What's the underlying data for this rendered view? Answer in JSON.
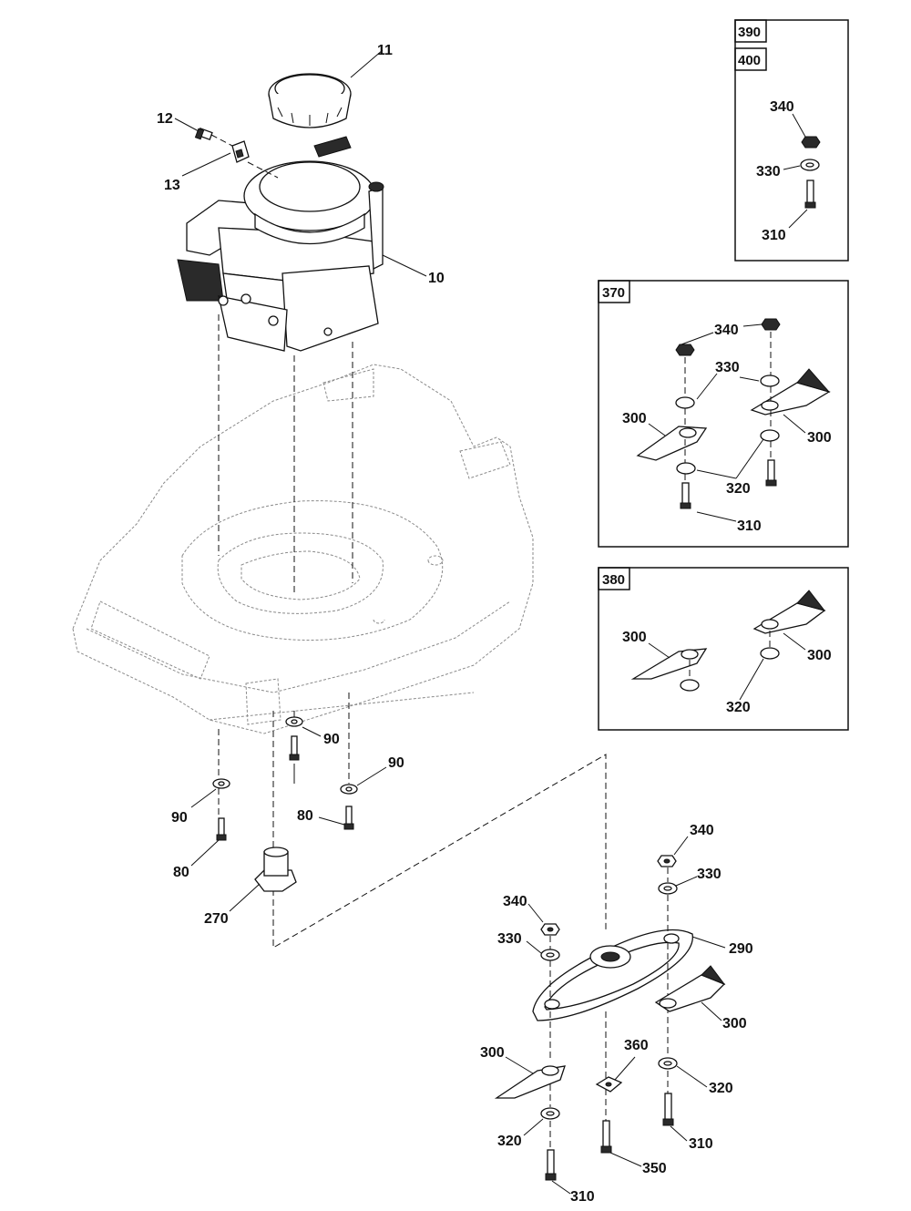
{
  "callouts": {
    "engine": "10",
    "shroud_ring": "11",
    "bolt_12": "12",
    "clip_13": "13",
    "washer_90_deck": "90",
    "screw_80_deck": "80",
    "washer_90_right": "90",
    "washer_90_left": "90",
    "screw_80_left": "80",
    "screw_80_mid": "80",
    "adapter": "270",
    "nut_340_hub": "340",
    "washer_330_hub": "330",
    "nut_340_left": "340",
    "washer_330_left": "330",
    "blade_carrier": "290",
    "blade_300_right": "300",
    "blade_300_left": "300",
    "key_360": "360",
    "washer_320_right": "320",
    "washer_320_left": "320",
    "bolt_310_right": "310",
    "bolt_350": "350",
    "bolt_310_bottom": "310"
  },
  "box_390_400": {
    "tags": [
      "390",
      "400"
    ],
    "nut": "340",
    "washer": "330",
    "bolt": "310"
  },
  "box_370": {
    "tag": "370",
    "nut_a": "340",
    "washer_a": "330",
    "blade_left": "300",
    "blade_right": "300",
    "washer_b": "320",
    "bolt": "310"
  },
  "box_380": {
    "tag": "380",
    "blade_left": "300",
    "blade_right": "300",
    "washer": "320"
  }
}
